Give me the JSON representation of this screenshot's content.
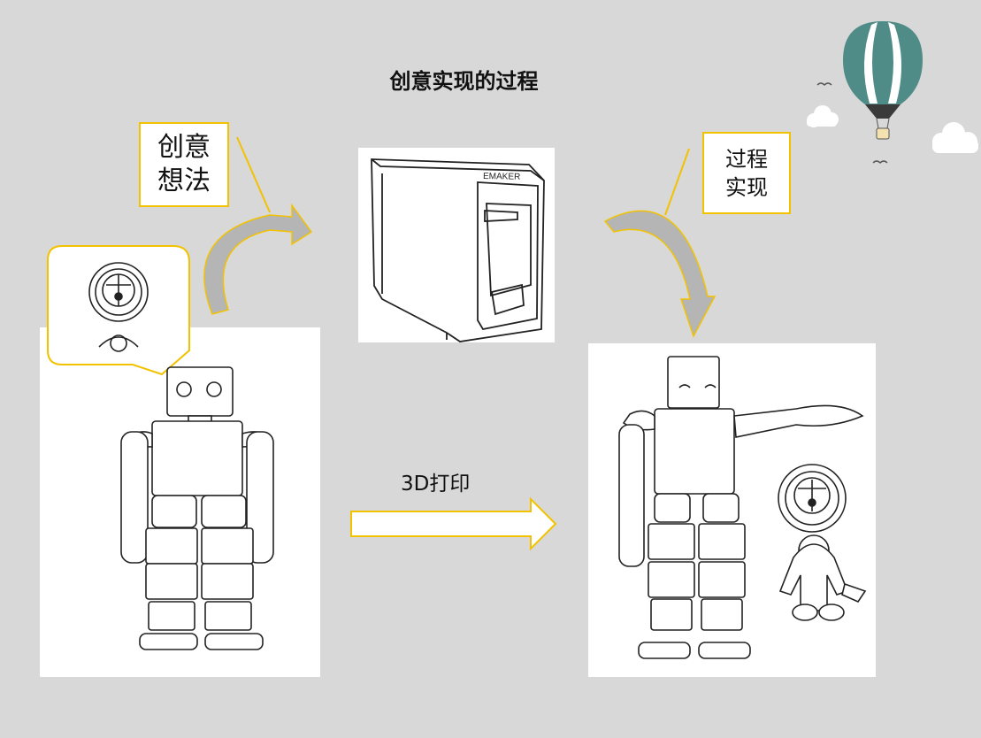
{
  "title": "创意实现的过程",
  "callouts": {
    "idea": "创意\n想法",
    "process": "过程\n实现"
  },
  "printer_logo": "EMAKER",
  "print_label": "3D打印",
  "colors": {
    "background": "#d8d8d8",
    "accent_yellow": "#f2c200",
    "balloon_teal": "#4f8b87",
    "arrow_fill": "#b5b5b5"
  }
}
